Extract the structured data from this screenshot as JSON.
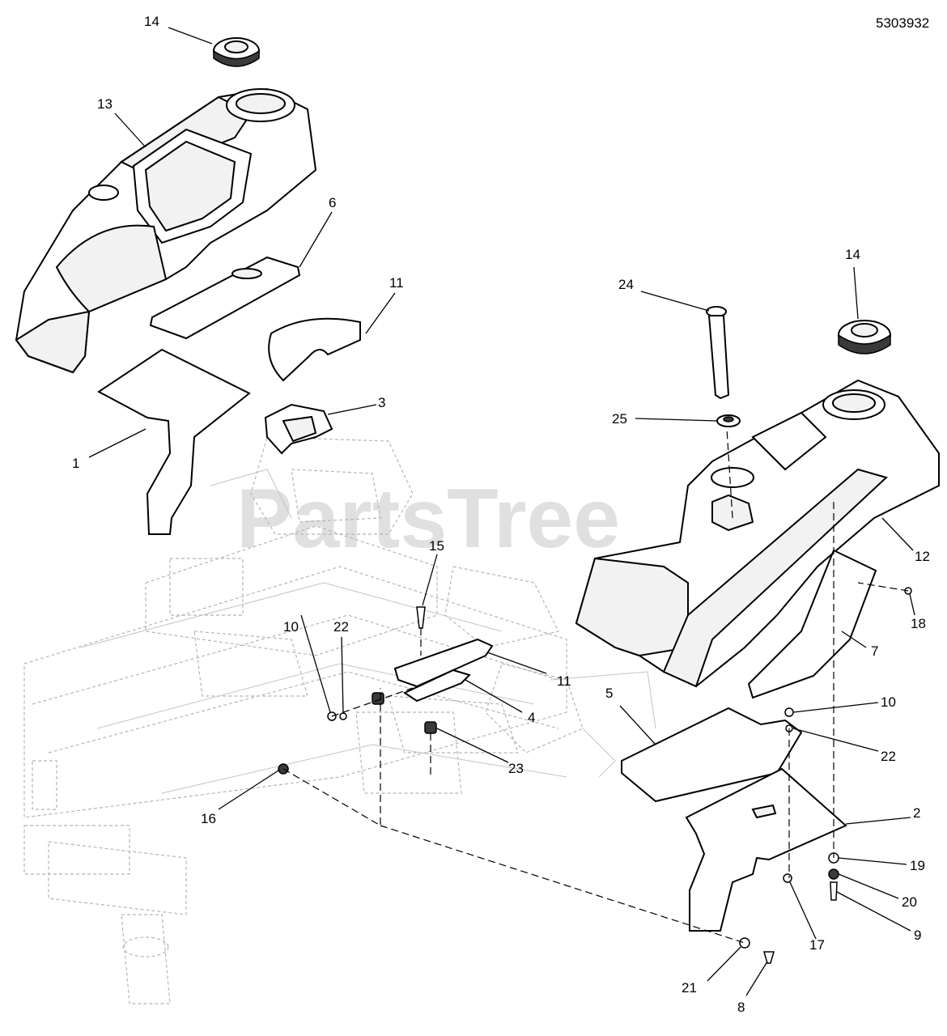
{
  "document_number": "5303932",
  "watermark": "PartsTree",
  "callouts": [
    "14",
    "13",
    "6",
    "11",
    "3",
    "1",
    "24",
    "14",
    "25",
    "12",
    "18",
    "7",
    "15",
    "10",
    "22",
    "11",
    "4",
    "23",
    "16",
    "5",
    "10",
    "22",
    "2",
    "19",
    "20",
    "9",
    "17",
    "21",
    "8"
  ]
}
